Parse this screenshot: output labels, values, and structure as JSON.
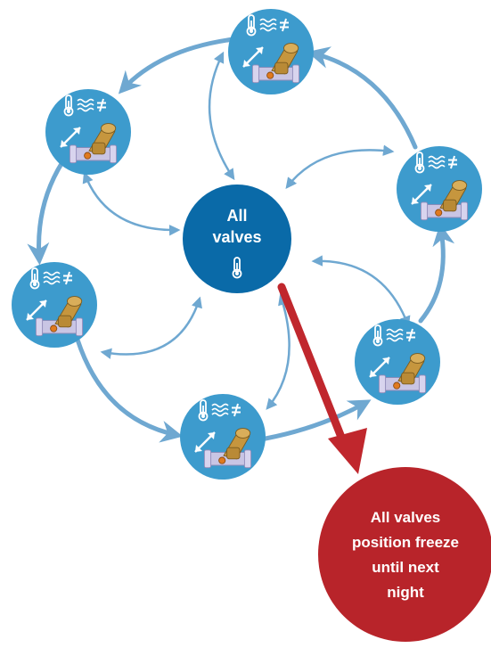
{
  "center": {
    "line1": "All",
    "line2": "valves",
    "icon": "thermometer-icon"
  },
  "outcome": {
    "line1": "All valves",
    "line2": "position freeze",
    "line3": "until next",
    "line4": "night"
  },
  "valve_nodes": [
    {
      "icons": [
        "thermometer-icon",
        "waves-icon",
        "not-equal-icon",
        "double-arrow-icon",
        "valve-icon"
      ]
    },
    {
      "icons": [
        "thermometer-icon",
        "waves-icon",
        "not-equal-icon",
        "double-arrow-icon",
        "valve-icon"
      ]
    },
    {
      "icons": [
        "thermometer-icon",
        "waves-icon",
        "not-equal-icon",
        "double-arrow-icon",
        "valve-icon"
      ]
    },
    {
      "icons": [
        "thermometer-icon",
        "waves-icon",
        "not-equal-icon",
        "double-arrow-icon",
        "valve-icon"
      ]
    },
    {
      "icons": [
        "thermometer-icon",
        "waves-icon",
        "not-equal-icon",
        "double-arrow-icon",
        "valve-icon"
      ]
    },
    {
      "icons": [
        "thermometer-icon",
        "waves-icon",
        "not-equal-icon",
        "double-arrow-icon",
        "valve-icon"
      ]
    }
  ],
  "colors": {
    "node_blue": "#3d9bcd",
    "center_blue": "#0a6aa8",
    "arrow_blue": "#6fa8d1",
    "outcome_red": "#b8242a",
    "arrow_red": "#c0272d"
  }
}
